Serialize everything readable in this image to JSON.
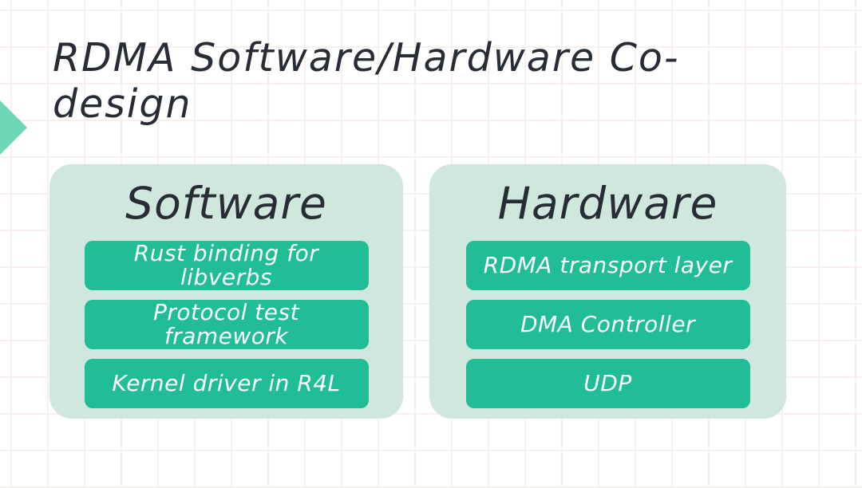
{
  "slide": {
    "title": {
      "line1": "RDMA Software/Hardware Co-",
      "line2": "design"
    },
    "columns": [
      {
        "header": "Software",
        "items": [
          {
            "lines": [
              "Rust binding for",
              "libverbs"
            ]
          },
          {
            "lines": [
              "Protocol test",
              "framework"
            ]
          },
          {
            "lines": [
              "Kernel driver in R4L"
            ]
          }
        ]
      },
      {
        "header": "Hardware",
        "items": [
          {
            "lines": [
              "RDMA transport layer"
            ]
          },
          {
            "lines": [
              "DMA Controller"
            ]
          },
          {
            "lines": [
              "UDP"
            ]
          }
        ]
      }
    ],
    "colors": {
      "item_box": "#20bd97",
      "panel": "#d0e7dd",
      "accent_arrow": "#6fd6b7",
      "title_text": "#282c35",
      "item_text": "#ffffff",
      "grid_line": "#f7f0ef",
      "background": "#ffffff"
    }
  }
}
